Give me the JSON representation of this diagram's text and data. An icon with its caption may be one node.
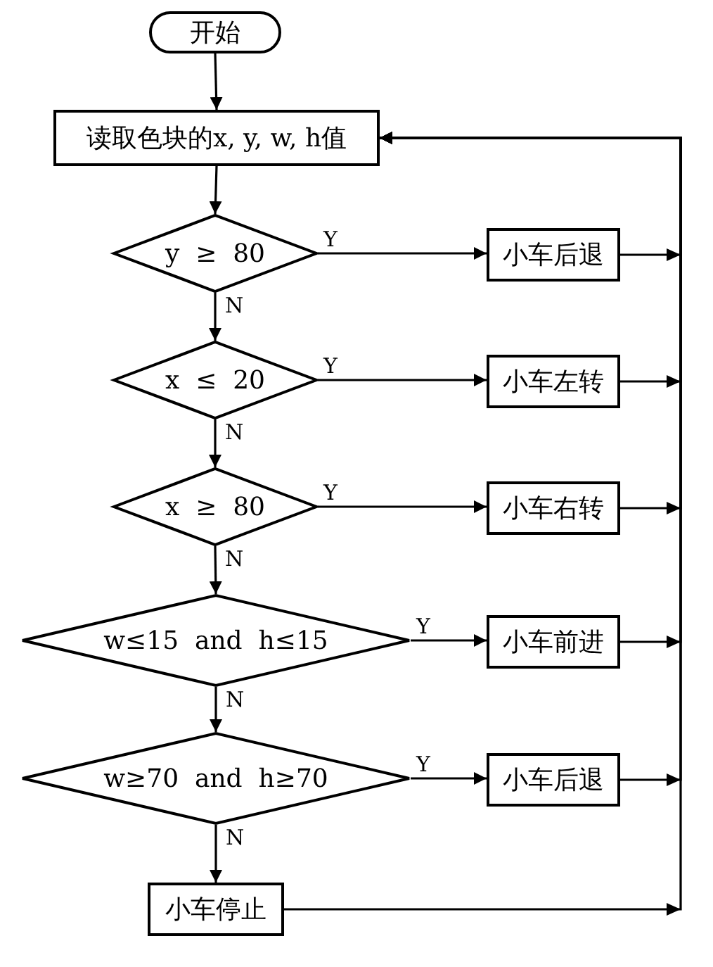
{
  "diagram": {
    "nodes": [
      {
        "text": [
          "开始"
        ]
      },
      {
        "text": [
          "读取色块的x, y, w, h值"
        ]
      },
      {
        "text": [
          "y  ≥  80"
        ]
      },
      {
        "text": [
          "小车后退"
        ]
      },
      {
        "text": [
          "x  ≤  20"
        ]
      },
      {
        "text": [
          "小车左转"
        ]
      },
      {
        "text": [
          "x  ≥  80"
        ]
      },
      {
        "text": [
          "小车右转"
        ]
      },
      {
        "text": [
          "w≤15  and  h≤15"
        ]
      },
      {
        "text": [
          "小车前进"
        ]
      },
      {
        "text": [
          "w≥70  and  h≥70"
        ]
      },
      {
        "text": [
          "小车后退"
        ]
      },
      {
        "text": [
          "小车停止"
        ]
      }
    ],
    "edges": [
      {
        "from": 0,
        "to": 1,
        "arrow": "to"
      },
      {
        "from": 1,
        "to": 2,
        "arrow": "to"
      },
      {
        "from": 2,
        "to": 3,
        "arrow": "to",
        "label": "Y"
      },
      {
        "from": 2,
        "to": 4,
        "arrow": "to",
        "label": "N"
      },
      {
        "from": 4,
        "to": 5,
        "arrow": "to",
        "label": "Y"
      },
      {
        "from": 4,
        "to": 6,
        "arrow": "to",
        "label": "N"
      },
      {
        "from": 6,
        "to": 7,
        "arrow": "to",
        "label": "Y"
      },
      {
        "from": 6,
        "to": 8,
        "arrow": "to",
        "label": "N"
      },
      {
        "from": 8,
        "to": 9,
        "arrow": "to",
        "label": "Y"
      },
      {
        "from": 8,
        "to": 10,
        "arrow": "to",
        "label": "N"
      },
      {
        "from": 10,
        "to": 11,
        "arrow": "to",
        "label": "Y"
      },
      {
        "from": 10,
        "to": 12,
        "arrow": "to",
        "label": "N"
      },
      {
        "from": 3,
        "to": 1,
        "arrow": "to"
      },
      {
        "from": 5,
        "to": 1,
        "arrow": "to"
      },
      {
        "from": 7,
        "to": 1,
        "arrow": "to"
      },
      {
        "from": 9,
        "to": 1,
        "arrow": "to"
      },
      {
        "from": 11,
        "to": 1,
        "arrow": "to"
      },
      {
        "from": 12,
        "to": 1,
        "arrow": "to"
      }
    ]
  }
}
